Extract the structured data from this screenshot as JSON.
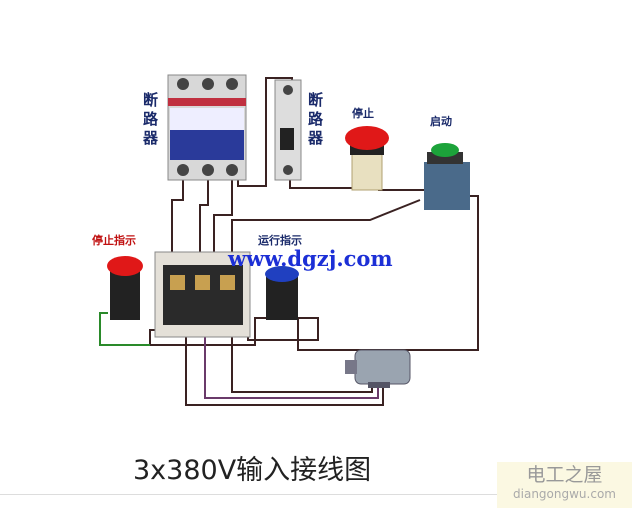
{
  "labels": {
    "breaker_left": "断路器",
    "breaker_right": "断路器",
    "stop_button": "停止",
    "start_button": "启动",
    "stop_indicator": "停止指示",
    "run_indicator": "运行指示"
  },
  "watermark_site": "www.dgzj.com",
  "title": "3x380V输入接线图",
  "brand": {
    "name": "电工之屋",
    "url": "diangongwu.com"
  },
  "colors": {
    "label": "#1a2a6a",
    "site": "#1c2fd6",
    "stop": "#e01818",
    "start": "#1ca33a",
    "run": "#2040c0",
    "wire": "#3a2222",
    "green_wire": "#2a8a2a",
    "purple_wire": "#6a3a6a"
  }
}
